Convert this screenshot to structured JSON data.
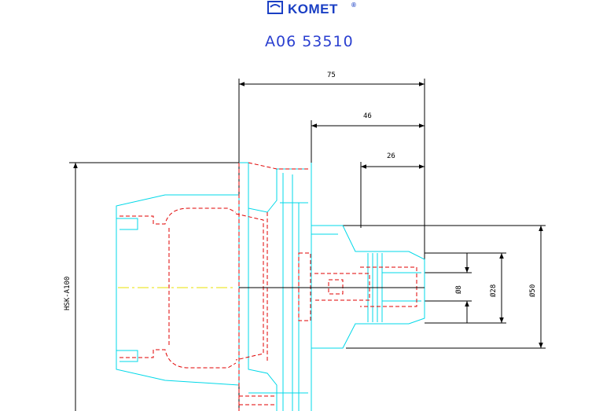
{
  "header": {
    "brand": "KOMET",
    "brand_mark": "®",
    "part_number": "A06 53510"
  },
  "dimensions": {
    "length_total": "75",
    "length_mid": "46",
    "length_small": "26",
    "shank": "HSK-A100",
    "dia_small": "Ø8",
    "dia_mid": "Ø28",
    "dia_large": "Ø50"
  },
  "colors": {
    "outline": "#00d8e8",
    "hidden": "#e00000",
    "centerline": "#e8e000",
    "dimension": "#000000",
    "brand": "#1a3fc4"
  }
}
